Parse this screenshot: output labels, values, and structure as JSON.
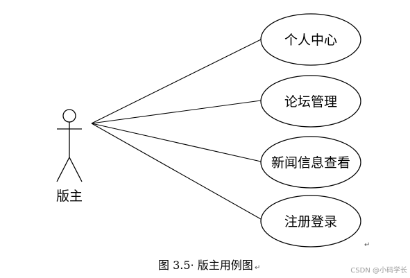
{
  "actor": {
    "label": "版主"
  },
  "use_cases": [
    {
      "label": "个人中心"
    },
    {
      "label": "论坛管理"
    },
    {
      "label": "新闻信息查看"
    },
    {
      "label": "注册登录"
    }
  ],
  "caption": {
    "text": "图 3.5· 版主用例图"
  },
  "watermark": {
    "text": "CSDN @小码学长"
  },
  "paragraph_mark": "↵",
  "colors": {
    "line": "#000000",
    "background": "#ffffff",
    "watermark": "#9a9a9a"
  }
}
